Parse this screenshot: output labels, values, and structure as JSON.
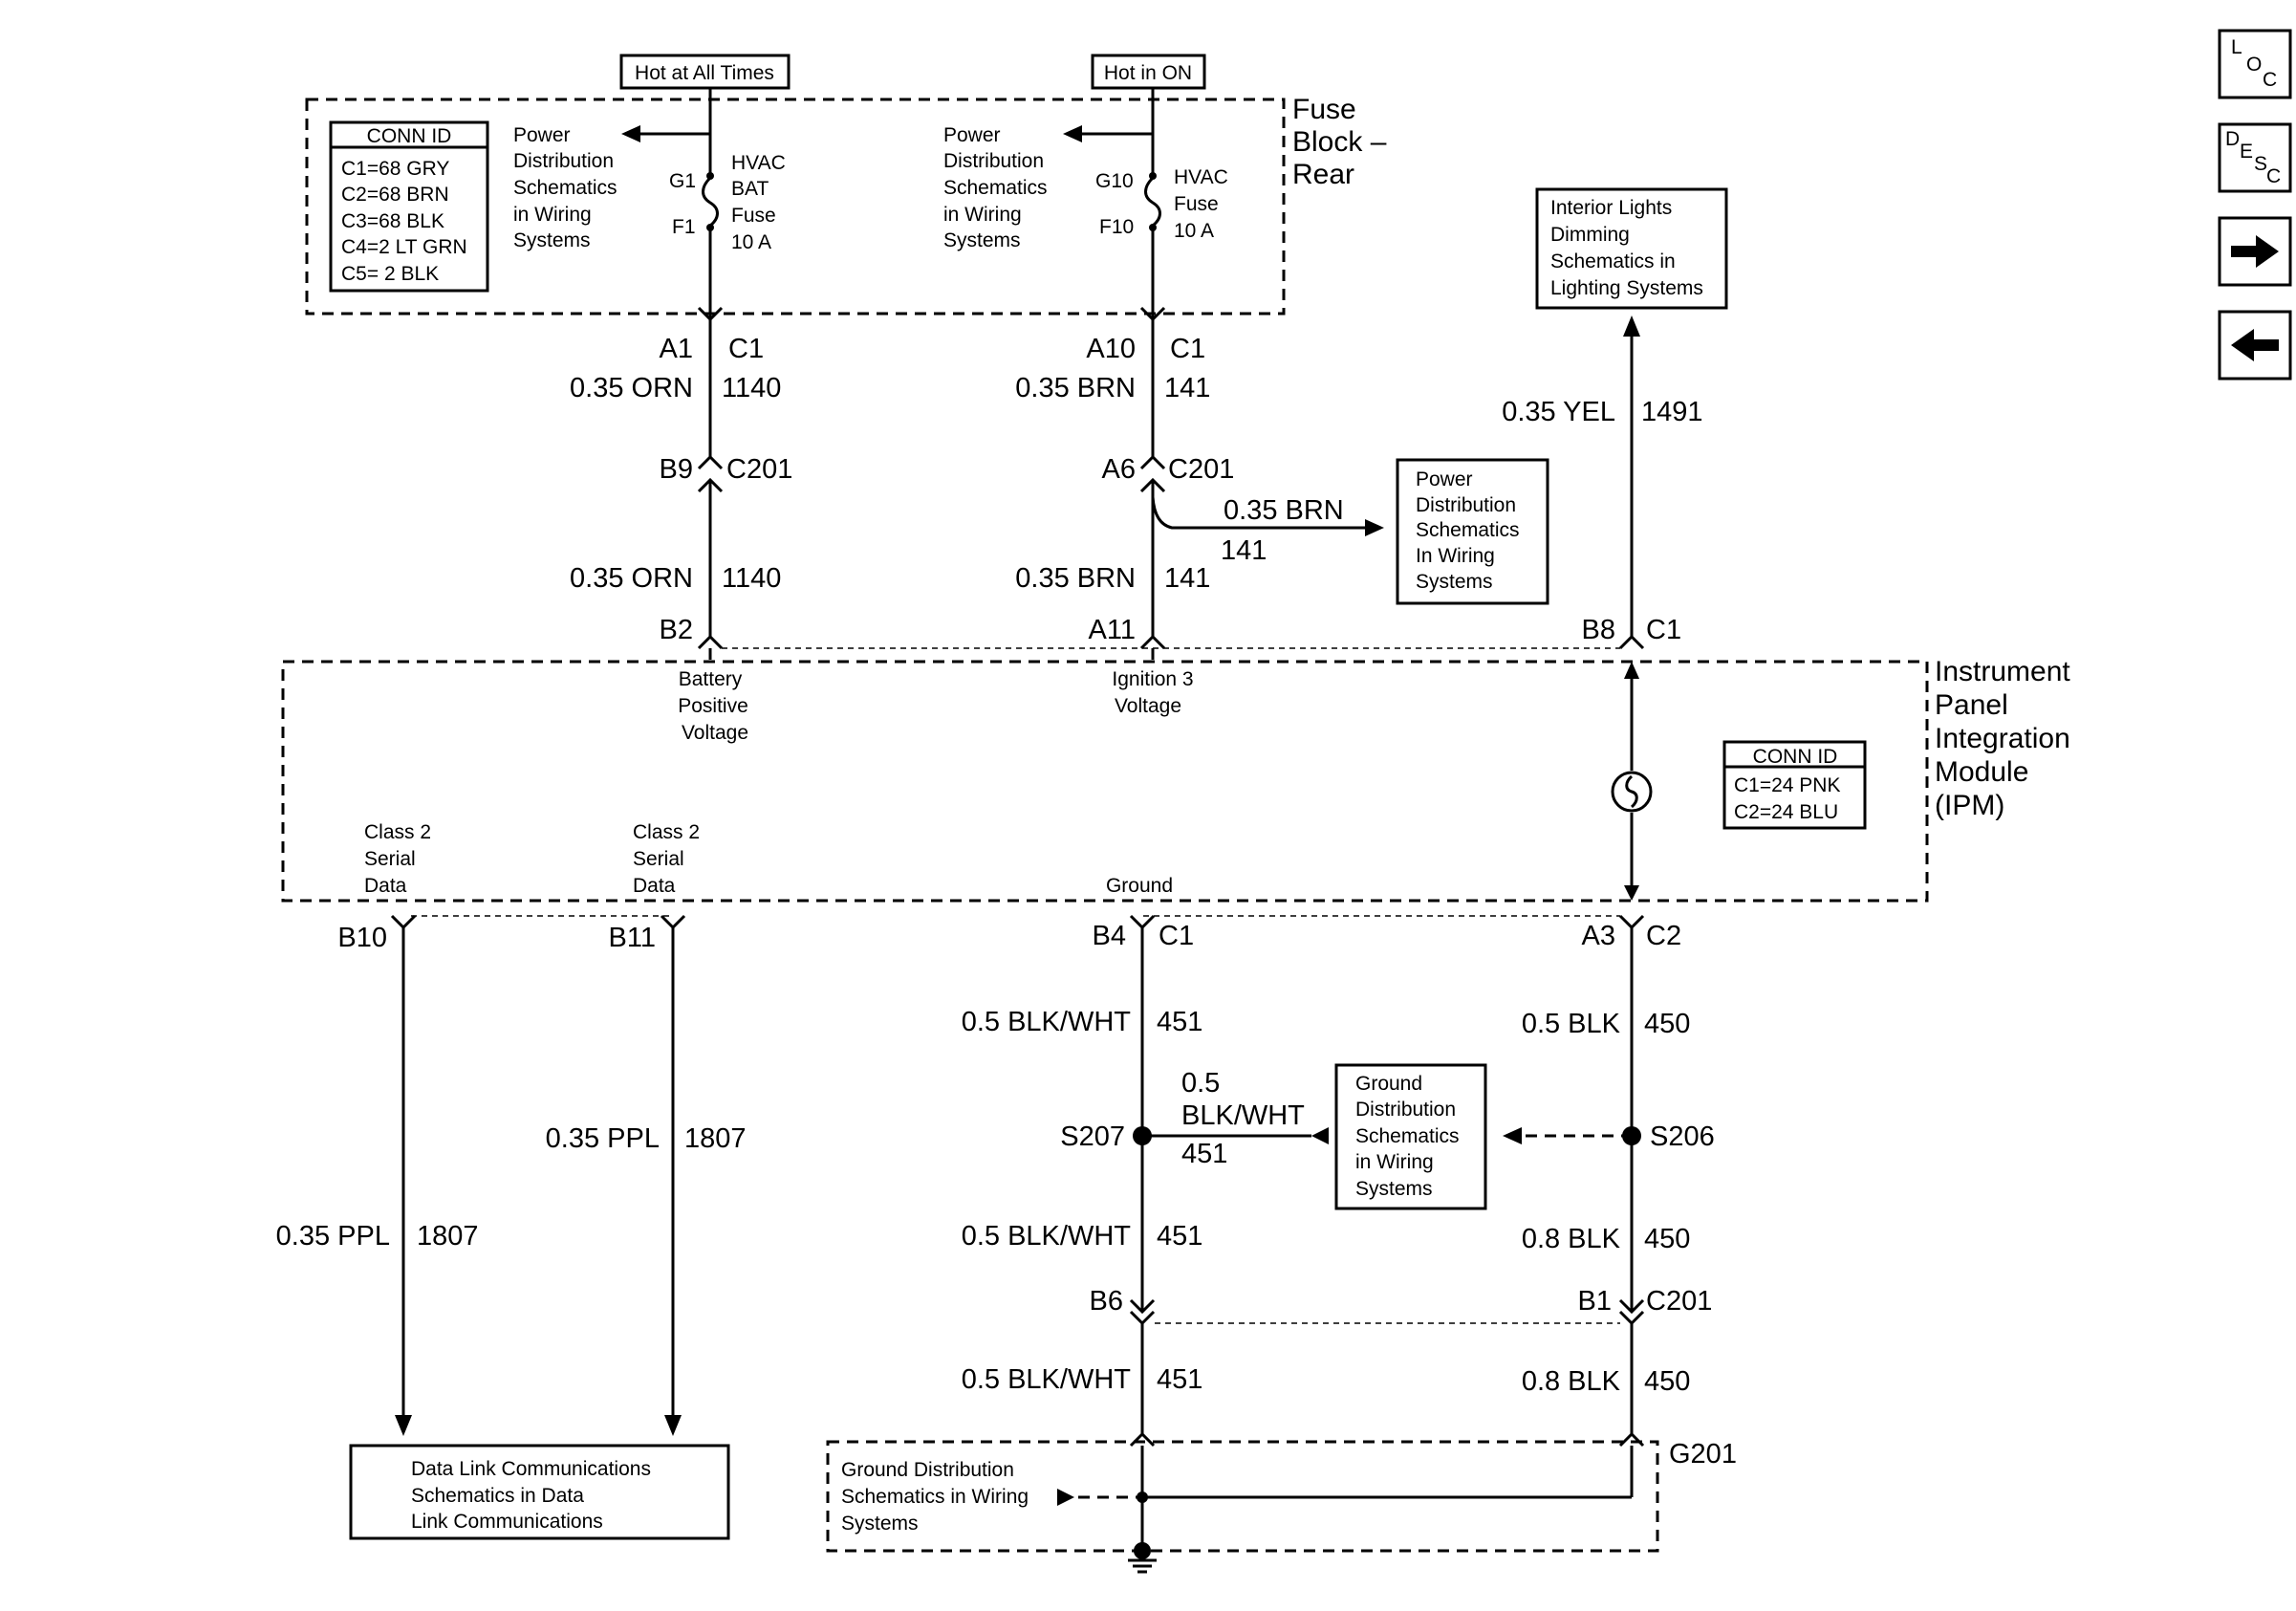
{
  "fuse_block": {
    "label": [
      "Fuse",
      "Block –",
      "Rear"
    ],
    "hot_at_all_times": "Hot at All Times",
    "hot_in_on": "Hot in ON",
    "conn_id": {
      "title": "CONN ID",
      "lines": [
        "C1=68 GRY",
        "C2=68 BRN",
        "C3=68 BLK",
        "C4=2 LT GRN",
        "C5= 2 BLK"
      ]
    },
    "left_ref": [
      "Power",
      "Distribution",
      "Schematics",
      "in Wiring",
      "Systems"
    ],
    "right_ref": [
      "Power",
      "Distribution",
      "Schematics",
      "in Wiring",
      "Systems"
    ],
    "fuse_hvac_bat": {
      "top": "G1",
      "bottom": "F1",
      "label": [
        "HVAC",
        "BAT",
        "Fuse",
        "10 A"
      ]
    },
    "fuse_hvac": {
      "top": "G10",
      "bottom": "F10",
      "label": [
        "HVAC",
        "Fuse",
        "10 A"
      ]
    }
  },
  "circuits": {
    "bat": {
      "pin_top": "A1",
      "conn_top": "C1",
      "wire_1": "0.35 ORN",
      "num_1": "1140",
      "pin_mid": "B9",
      "conn_mid": "C201",
      "wire_2": "0.35 ORN",
      "num_2": "1140",
      "pin_bottom": "B2"
    },
    "ign": {
      "pin_top": "A10",
      "conn_top": "C1",
      "wire_1": "0.35 BRN",
      "num_1": "141",
      "pin_mid": "A6",
      "conn_mid": "C201",
      "branch_wire": "0.35 BRN",
      "branch_num": "141",
      "wire_2": "0.35 BRN",
      "num_2": "141",
      "pin_bottom": "A11"
    },
    "dim": {
      "wire": "0.35 YEL",
      "num": "1491",
      "pin": "B8",
      "conn": "C1"
    }
  },
  "power_dist_box": [
    "Power",
    "Distribution",
    "Schematics",
    "In Wiring",
    "Systems"
  ],
  "interior_lights_box": [
    "Interior Lights",
    "Dimming",
    "Schematics in",
    "Lighting Systems"
  ],
  "ipm": {
    "label": [
      "Instrument",
      "Panel",
      "Integration",
      "Module",
      "(IPM)"
    ],
    "battery_label": [
      "Battery",
      "Positive",
      "Voltage"
    ],
    "ignition_label": [
      "Ignition 3",
      "Voltage"
    ],
    "class2_a": [
      "Class 2",
      "Serial",
      "Data"
    ],
    "class2_b": [
      "Class 2",
      "Serial",
      "Data"
    ],
    "ground_label": "Ground",
    "conn_id": {
      "title": "CONN ID",
      "lines": [
        "C1=24 PNK",
        "C2=24 BLU"
      ]
    }
  },
  "lower": {
    "b10": {
      "pin": "B10",
      "wire": "0.35 PPL",
      "num": "1807"
    },
    "b11": {
      "pin": "B11",
      "wire": "0.35 PPL",
      "num": "1807"
    },
    "gnd_left": {
      "pin_top": "B4",
      "conn_top": "C1",
      "wire_1": "0.5 BLK/WHT",
      "num_1": "451",
      "splice": "S207",
      "branch_wire": [
        "0.5",
        "BLK/WHT"
      ],
      "branch_num": "451",
      "wire_2": "0.5 BLK/WHT",
      "num_2": "451",
      "pin_c201": "B6",
      "wire_3": "0.5 BLK/WHT",
      "num_3": "451"
    },
    "gnd_right": {
      "pin_top": "A3",
      "conn_top": "C2",
      "wire_1": "0.5 BLK",
      "num_1": "450",
      "splice": "S206",
      "wire_2": "0.8 BLK",
      "num_2": "450",
      "pin_c201": "B1",
      "conn_c201": "C201",
      "wire_3": "0.8 BLK",
      "num_3": "450"
    },
    "ground_box": [
      "Ground",
      "Distribution",
      "Schematics",
      "in Wiring",
      "Systems"
    ],
    "data_link_box": [
      "Data Link Communications",
      "Schematics in Data",
      "Link Communications"
    ],
    "ground_dist_box": [
      "Ground Distribution",
      "Schematics in Wiring",
      "Systems"
    ],
    "g201": "G201"
  },
  "nav": {
    "loc": [
      "L",
      "O",
      "C"
    ],
    "desc": [
      "D",
      "E",
      "S",
      "C"
    ],
    "forward_icon": "arrow-right-icon",
    "back_icon": "arrow-left-icon"
  }
}
